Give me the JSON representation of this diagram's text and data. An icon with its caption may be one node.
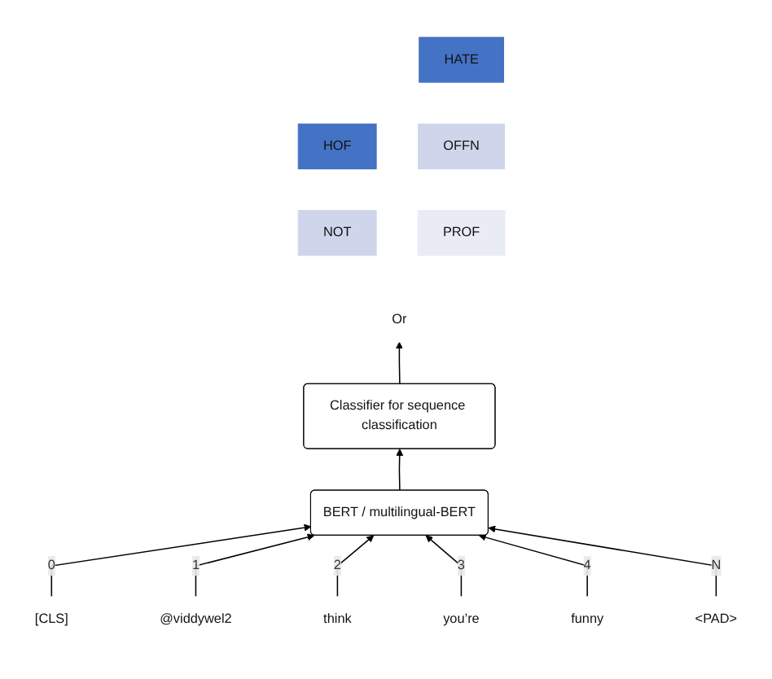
{
  "diagram": {
    "nodes": [
      {
        "text": [
          "HOF"
        ]
      },
      {
        "text": [
          "NOT"
        ]
      },
      {
        "text": [
          "Or"
        ]
      },
      {
        "text": [
          "HATE"
        ]
      },
      {
        "text": [
          "OFFN"
        ]
      },
      {
        "text": [
          "PROF"
        ]
      },
      {
        "text": [
          "Classifier for sequence classification"
        ]
      },
      {
        "text": [
          "BERT / multilingual-BERT"
        ]
      },
      {
        "text": [
          "[CLS]"
        ]
      },
      {
        "text": [
          "@viddywel2"
        ]
      },
      {
        "text": [
          "think"
        ]
      },
      {
        "text": [
          "you’re"
        ]
      },
      {
        "text": [
          "funny"
        ]
      },
      {
        "text": [
          "<PAD>"
        ]
      }
    ],
    "edges": [
      {
        "from": 6,
        "to": 2,
        "arrow": "to"
      },
      {
        "from": 7,
        "to": 6,
        "arrow": "to"
      },
      {
        "from": 8,
        "to": 7,
        "label": "0",
        "arrow": "to"
      },
      {
        "from": 9,
        "to": 7,
        "label": "1",
        "arrow": "to"
      },
      {
        "from": 10,
        "to": 7,
        "label": "2",
        "arrow": "to"
      },
      {
        "from": 11,
        "to": 7,
        "label": "3",
        "arrow": "to"
      },
      {
        "from": 12,
        "to": 7,
        "label": "4",
        "arrow": "to"
      },
      {
        "from": 13,
        "to": 7,
        "label": "N",
        "arrow": "to"
      }
    ]
  }
}
